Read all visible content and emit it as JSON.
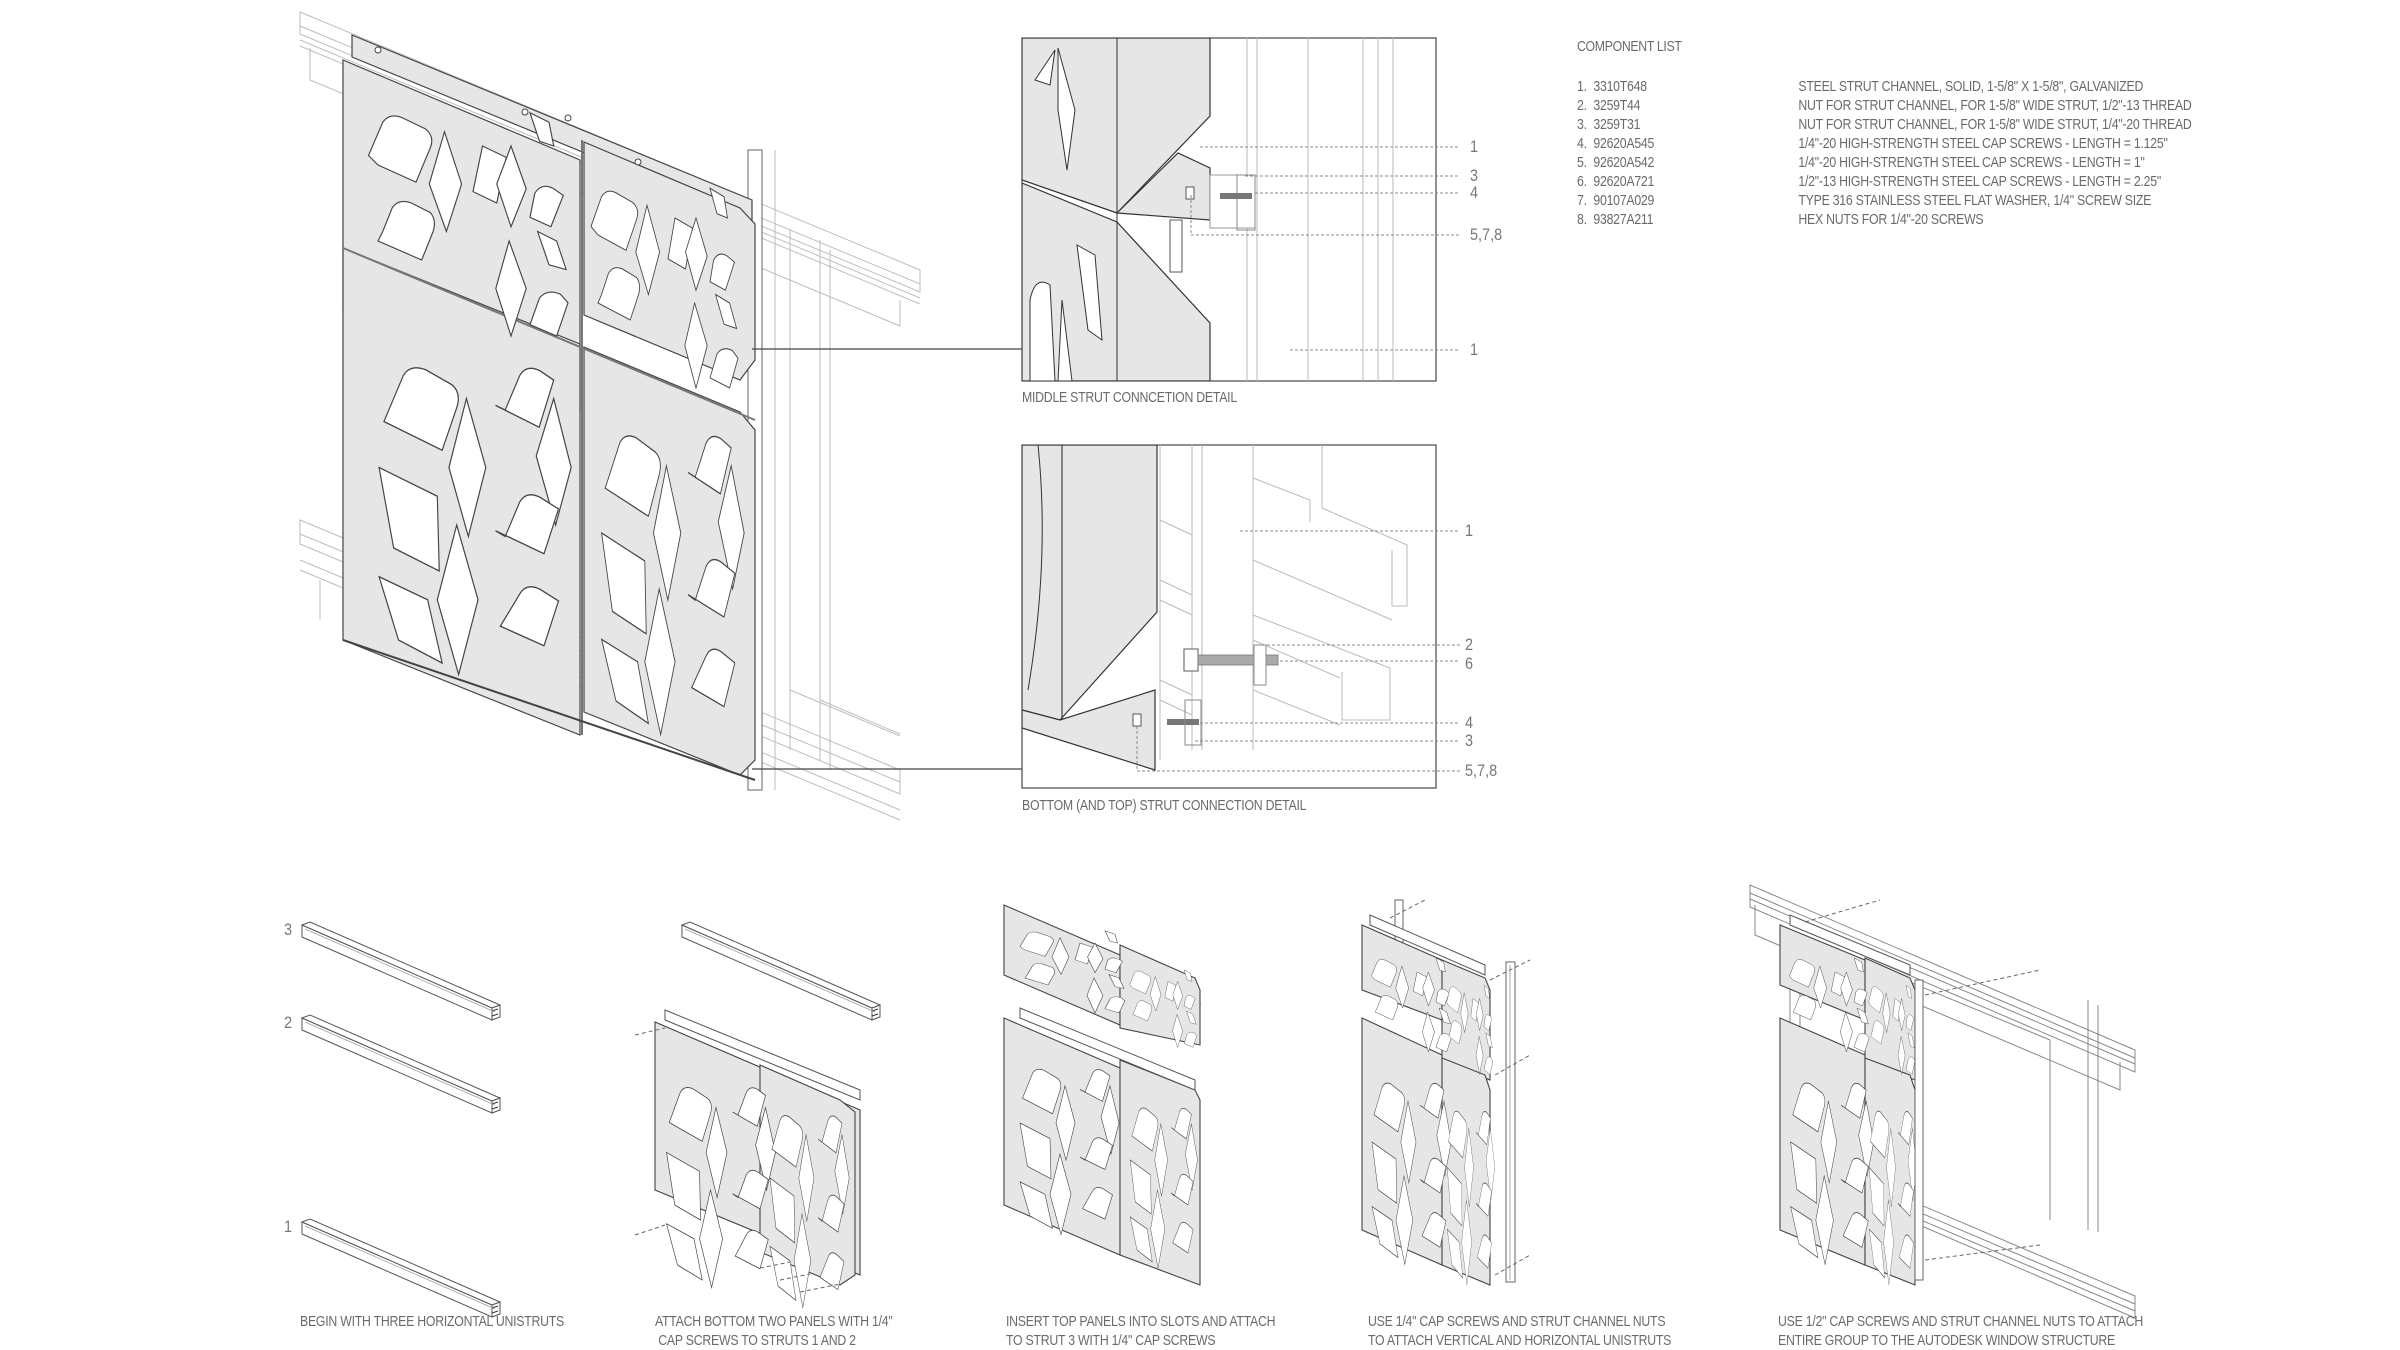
{
  "component_list": {
    "title": "COMPONENT LIST",
    "items": [
      {
        "num": "1.",
        "code": "3310T648",
        "desc": "STEEL STRUT CHANNEL, SOLID, 1-5/8\" X 1-5/8\", GALVANIZED"
      },
      {
        "num": "2.",
        "code": "3259T44",
        "desc": "NUT FOR STRUT CHANNEL, FOR 1-5/8\" WIDE STRUT, 1/2\"-13 THREAD"
      },
      {
        "num": "3.",
        "code": "3259T31",
        "desc": "NUT FOR STRUT CHANNEL, FOR 1-5/8\" WIDE STRUT, 1/4\"-20 THREAD"
      },
      {
        "num": "4.",
        "code": "92620A545",
        "desc": "1/4\"-20 HIGH-STRENGTH STEEL CAP SCREWS - LENGTH = 1.125\""
      },
      {
        "num": "5.",
        "code": "92620A542",
        "desc": "1/4\"-20 HIGH-STRENGTH STEEL CAP SCREWS - LENGTH = 1\""
      },
      {
        "num": "6.",
        "code": "92620A721",
        "desc": "1/2\"-13 HIGH-STRENGTH STEEL CAP SCREWS - LENGTH = 2.25\""
      },
      {
        "num": "7.",
        "code": "90107A029",
        "desc": "TYPE 316 STAINLESS STEEL FLAT WASHER, 1/4\" SCREW SIZE"
      },
      {
        "num": "8.",
        "code": "93827A211",
        "desc": "HEX NUTS FOR 1/4\"-20 SCREWS"
      }
    ]
  },
  "details": {
    "middle": {
      "caption": "MIDDLE STRUT CONNCETION DETAIL",
      "callouts": [
        "1",
        "3",
        "4",
        "5,7,8",
        "1"
      ]
    },
    "bottom": {
      "caption": "BOTTOM (AND TOP) STRUT CONNECTION DETAIL",
      "callouts": [
        "1",
        "2",
        "6",
        "4",
        "3",
        "5,7,8"
      ]
    }
  },
  "steps": [
    {
      "caption_line1": "BEGIN WITH THREE HORIZONTAL UNISTRUTS",
      "caption_line2": "",
      "strut_labels": [
        "3",
        "2",
        "1"
      ]
    },
    {
      "caption_line1": "ATTACH BOTTOM TWO PANELS WITH 1/4\"",
      "caption_line2": "CAP SCREWS TO STRUTS 1 AND 2"
    },
    {
      "caption_line1": "INSERT TOP PANELS INTO SLOTS AND ATTACH",
      "caption_line2": "TO STRUT 3 WITH 1/4\" CAP SCREWS"
    },
    {
      "caption_line1": "USE 1/4\" CAP SCREWS AND STRUT CHANNEL NUTS",
      "caption_line2": "TO ATTACH VERTICAL AND HORIZONTAL UNISTRUTS"
    },
    {
      "caption_line1": "USE 1/2\" CAP SCREWS AND STRUT CHANNEL NUTS TO ATTACH",
      "caption_line2": "ENTIRE GROUP TO THE AUTODESK WINDOW STRUCTURE"
    }
  ],
  "colors": {
    "panel_fill": "#e6e6e6",
    "line": "#555555",
    "light_line": "#b5b5b5",
    "text": "#6a6a6a"
  }
}
